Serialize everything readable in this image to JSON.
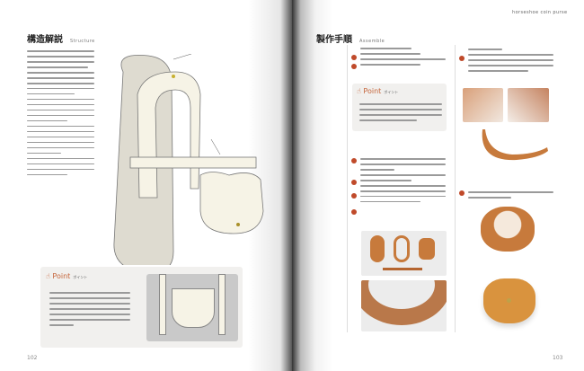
{
  "left_page": {
    "title": "構造解説",
    "subtitle": "Structure",
    "point": {
      "label": "Point",
      "sublabel": "ポイント"
    },
    "page_number": "102"
  },
  "right_page": {
    "header": "horseshoe coin purse",
    "title": "製作手順",
    "subtitle": "Assemble",
    "point": {
      "label": "Point",
      "sublabel": "ポイント"
    },
    "page_number": "103"
  },
  "colors": {
    "accent": "#c5643a",
    "step_badge": "#c04a2a",
    "leather": "#c77a3c",
    "diagram_fill": "#f6f3e6"
  }
}
